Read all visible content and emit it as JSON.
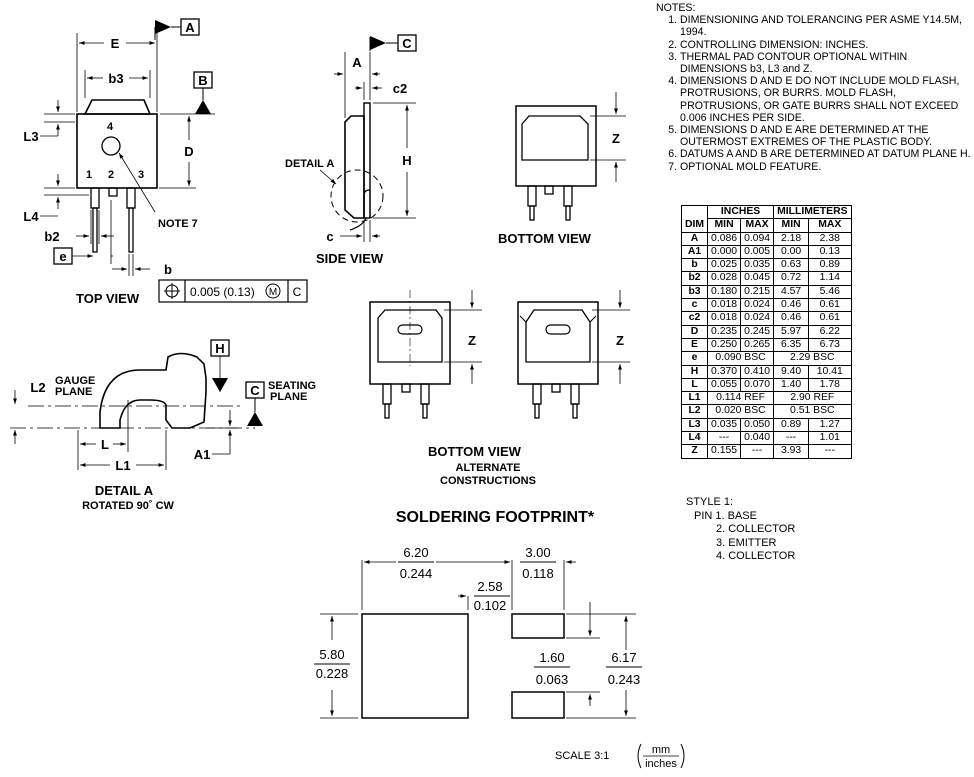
{
  "labels": {
    "top_view": "TOP VIEW",
    "side_view": "SIDE VIEW",
    "bottom_view": "BOTTOM VIEW",
    "bottom_view_alt": "BOTTOM VIEW",
    "alternate_constructions_1": "ALTERNATE",
    "alternate_constructions_2": "CONSTRUCTIONS",
    "detail_a": "DETAIL A",
    "detail_a_callout": "DETAIL A",
    "rotated": "ROTATED 90˚ CW",
    "soldering_footprint": "SOLDERING FOOTPRINT*",
    "note7": "NOTE 7",
    "gauge_plane_1": "GAUGE",
    "gauge_plane_2": "PLANE",
    "seating_plane_1": "SEATING",
    "seating_plane_2": "PLANE",
    "scale": "SCALE 3:1",
    "scale_unit_top": "mm",
    "scale_unit_bottom": "inches"
  },
  "datums": {
    "a": "A",
    "b": "B",
    "c": "C",
    "c_side": "C",
    "h": "H",
    "c_detail": "C"
  },
  "dimension_letters": {
    "E": "E",
    "b3": "b3",
    "L3": "L3",
    "D": "D",
    "L4": "L4",
    "b2": "b2",
    "e": "e",
    "b": "b",
    "A": "A",
    "c2": "c2",
    "H": "H",
    "c": "c",
    "Z1": "Z",
    "Z2": "Z",
    "Z3": "Z",
    "L2": "L2",
    "L": "L",
    "L1": "L1",
    "A1": "A1"
  },
  "pin_numbers": [
    "1",
    "2",
    "3",
    "4"
  ],
  "tolerance_frame": {
    "value": "0.005 (0.13)",
    "modifier": "M",
    "datum": "C"
  },
  "footprint": {
    "w_total_mm": "6.20",
    "w_total_in": "0.244",
    "pad_w_mm": "3.00",
    "pad_w_in": "0.118",
    "gap_mm": "2.58",
    "gap_in": "0.102",
    "tab_h_mm": "5.80",
    "tab_h_in": "0.228",
    "pitch_mm": "1.60",
    "pitch_in": "0.063",
    "total_h_mm": "6.17",
    "total_h_in": "0.243"
  },
  "notes": {
    "title": "NOTES:",
    "items": [
      "DIMENSIONING AND TOLERANCING PER ASME Y14.5M, 1994.",
      "CONTROLLING DIMENSION: INCHES.",
      "THERMAL PAD CONTOUR OPTIONAL WITHIN DIMENSIONS b3, L3 and Z.",
      "DIMENSIONS D AND E DO NOT INCLUDE MOLD FLASH, PROTRUSIONS, OR BURRS. MOLD FLASH, PROTRUSIONS, OR GATE BURRS SHALL NOT EXCEED 0.006 INCHES PER SIDE.",
      "DIMENSIONS D AND E ARE DETERMINED AT THE OUTERMOST EXTREMES OF THE PLASTIC BODY.",
      "DATUMS A AND B ARE DETERMINED AT DATUM PLANE H.",
      "OPTIONAL MOLD FEATURE."
    ]
  },
  "table": {
    "group_headers": [
      "INCHES",
      "MILLIMETERS"
    ],
    "headers": [
      "DIM",
      "MIN",
      "MAX",
      "MIN",
      "MAX"
    ],
    "rows": [
      {
        "dim": "A",
        "cells": [
          "0.086",
          "0.094",
          "2.18",
          "2.38"
        ]
      },
      {
        "dim": "A1",
        "cells": [
          "0.000",
          "0.005",
          "0.00",
          "0.13"
        ]
      },
      {
        "dim": "b",
        "cells": [
          "0.025",
          "0.035",
          "0.63",
          "0.89"
        ]
      },
      {
        "dim": "b2",
        "cells": [
          "0.028",
          "0.045",
          "0.72",
          "1.14"
        ]
      },
      {
        "dim": "b3",
        "cells": [
          "0.180",
          "0.215",
          "4.57",
          "5.46"
        ]
      },
      {
        "dim": "c",
        "cells": [
          "0.018",
          "0.024",
          "0.46",
          "0.61"
        ]
      },
      {
        "dim": "c2",
        "cells": [
          "0.018",
          "0.024",
          "0.46",
          "0.61"
        ]
      },
      {
        "dim": "D",
        "cells": [
          "0.235",
          "0.245",
          "5.97",
          "6.22"
        ]
      },
      {
        "dim": "E",
        "cells": [
          "0.250",
          "0.265",
          "6.35",
          "6.73"
        ]
      },
      {
        "dim": "e",
        "span": [
          "0.090 BSC",
          "2.29 BSC"
        ]
      },
      {
        "dim": "H",
        "cells": [
          "0.370",
          "0.410",
          "9.40",
          "10.41"
        ]
      },
      {
        "dim": "L",
        "cells": [
          "0.055",
          "0.070",
          "1.40",
          "1.78"
        ]
      },
      {
        "dim": "L1",
        "span": [
          "0.114 REF",
          "2.90 REF"
        ]
      },
      {
        "dim": "L2",
        "span": [
          "0.020 BSC",
          "0.51 BSC"
        ]
      },
      {
        "dim": "L3",
        "cells": [
          "0.035",
          "0.050",
          "0.89",
          "1.27"
        ]
      },
      {
        "dim": "L4",
        "cells": [
          "---",
          "0.040",
          "---",
          "1.01"
        ]
      },
      {
        "dim": "Z",
        "cells": [
          "0.155",
          "---",
          "3.93",
          "---"
        ]
      }
    ]
  },
  "style": {
    "title": "STYLE 1:",
    "pins": [
      "PIN 1. BASE",
      "2. COLLECTOR",
      "3. EMITTER",
      "4. COLLECTOR"
    ]
  }
}
